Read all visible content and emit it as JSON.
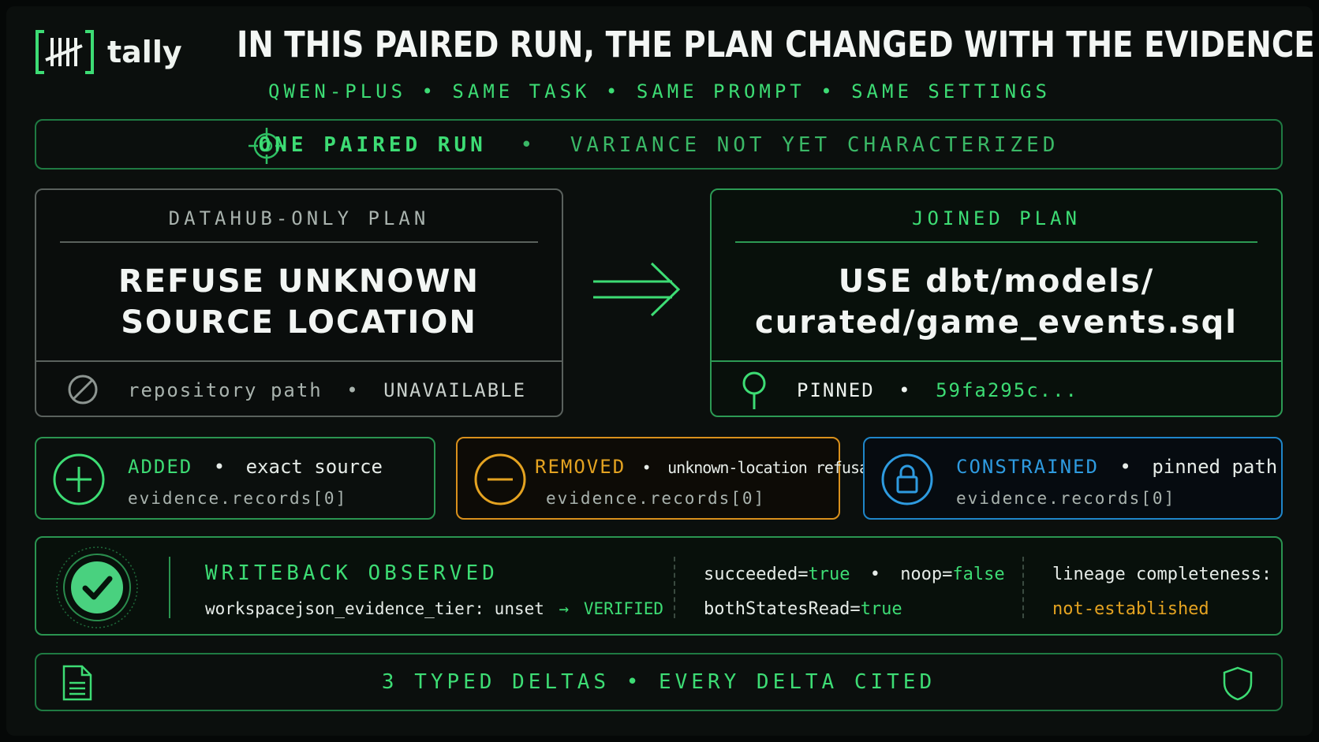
{
  "brand": {
    "name": "tally",
    "logo_icon": "tally-bracket-icon"
  },
  "headline": "IN THIS PAIRED RUN, THE PLAN CHANGED WITH THE EVIDENCE",
  "subline": "QWEN-PLUS • SAME TASK • SAME PROMPT • SAME SETTINGS",
  "banner": {
    "icon": "crosshair-icon",
    "strong": "ONE PAIRED RUN",
    "separator": "•",
    "soft": "VARIANCE NOT YET CHARACTERIZED"
  },
  "left_plan": {
    "heading": "DATAHUB-ONLY PLAN",
    "body_line1": "REFUSE UNKNOWN",
    "body_line2": "SOURCE LOCATION",
    "foot_icon": "prohibited-icon",
    "foot_label": "repository path",
    "foot_separator": "•",
    "foot_value": "UNAVAILABLE"
  },
  "right_plan": {
    "heading": "JOINED PLAN",
    "body_line1": "USE dbt/models/",
    "body_line2": "curated/game_events.sql",
    "foot_icon": "pin-icon",
    "foot_label": "PINNED",
    "foot_separator": "•",
    "foot_value": "59fa295c..."
  },
  "deltas": [
    {
      "icon": "plus-circle-icon",
      "tag": "ADDED",
      "separator": "•",
      "desc": "exact source",
      "ref": "evidence.records[0]",
      "color": "#3ddc74"
    },
    {
      "icon": "minus-circle-icon",
      "tag": "REMOVED",
      "separator": "•",
      "desc": "unknown-location refusal",
      "ref": "evidence.records[0]",
      "color": "#e4a321"
    },
    {
      "icon": "lock-icon",
      "tag": "CONSTRAINED",
      "separator": "•",
      "desc": "pinned path",
      "ref": "evidence.records[0]",
      "color": "#2e9be0"
    }
  ],
  "writeback": {
    "icon": "check-badge-icon",
    "title": "WRITEBACK OBSERVED",
    "field": "workspacejson_evidence_tier:",
    "from": "unset",
    "arrow": "→",
    "to": "VERIFIED",
    "succeeded_key": "succeeded=",
    "succeeded_val": "true",
    "sep": "•",
    "noop_key": "noop=",
    "noop_val": "false",
    "both_key": "bothStatesRead=",
    "both_val": "true",
    "lineage_label": "lineage completeness:",
    "lineage_value": "not-established"
  },
  "footer": {
    "left_icon": "document-icon",
    "text": "3 TYPED DELTAS • EVERY DELTA CITED",
    "right_icon": "shield-icon"
  },
  "colors": {
    "green": "#3ddc74",
    "amber": "#e4a321",
    "blue": "#2e9be0",
    "background": "#0b0f0d"
  }
}
